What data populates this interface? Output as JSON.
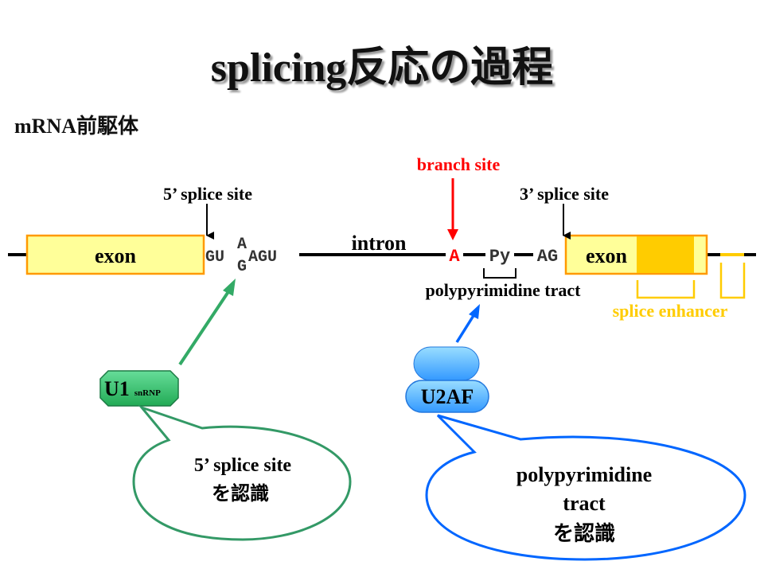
{
  "title": "splicing反応の過程",
  "subtitle": "mRNA前駆体",
  "labels": {
    "exon_left": "exon",
    "exon_right": "exon",
    "intron": "intron",
    "five_splice_site": "5’ splice site",
    "three_splice_site": "3’ splice site",
    "branch_site": "branch site",
    "polypyrimidine_tract": "polypyrimidine tract",
    "splice_enhancer": "splice enhancer"
  },
  "sequence": {
    "gu": "GU",
    "a_upper": "A",
    "g_lower": "G",
    "agu": "AGU",
    "branch_a": "A",
    "py": "Py",
    "ag": "AG"
  },
  "factors": {
    "u1": "U1",
    "u1_sub": "snRNP",
    "u2af": "U2AF"
  },
  "bubbles": {
    "left_line1": "5’ splice site",
    "left_line2": "を認識",
    "right_line1": "polypyrimidine",
    "right_line2": "tract",
    "right_line3": "を認識"
  },
  "colors": {
    "exon_fill": "#ffff99",
    "exon_border": "#ff9900",
    "enhancer": "#ffcc00",
    "branch_red": "#ff0000",
    "u1_green": "#33aa66",
    "u2af_blue": "#3399ff",
    "bubble_green": "#339966",
    "bubble_blue": "#0066ff"
  }
}
